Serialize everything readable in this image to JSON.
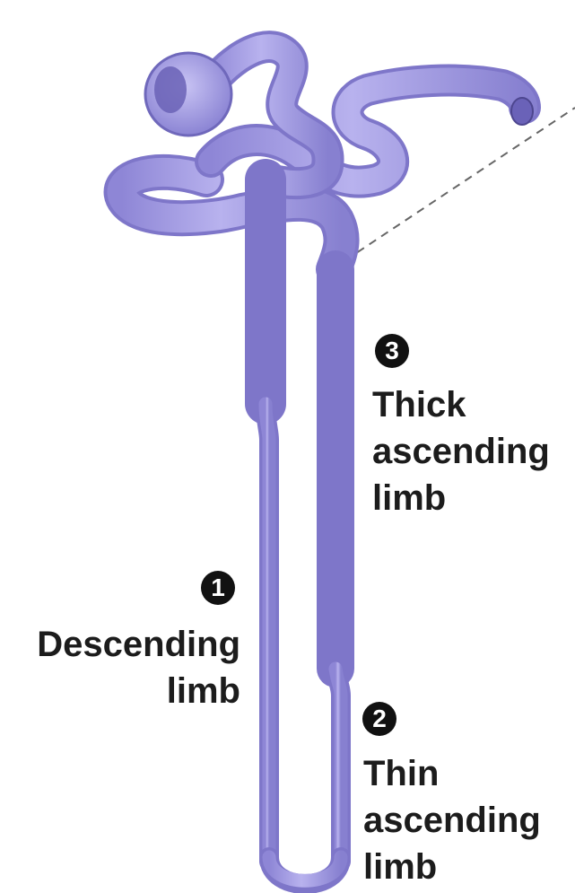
{
  "labels": [
    {
      "number": "3",
      "text_lines": [
        "Thick",
        "ascending",
        "limb"
      ]
    },
    {
      "number": "1",
      "text_lines": [
        "Descending",
        "limb"
      ]
    },
    {
      "number": "2",
      "text_lines": [
        "Thin",
        "ascending",
        "limb"
      ]
    }
  ],
  "colors": {
    "tubule_fill": "#a9a3e6",
    "tubule_shade": "#7e76c9",
    "tubule_highlight": "#cfcaf5",
    "lumen": "#5c54a8",
    "dashed_line": "#666666"
  }
}
